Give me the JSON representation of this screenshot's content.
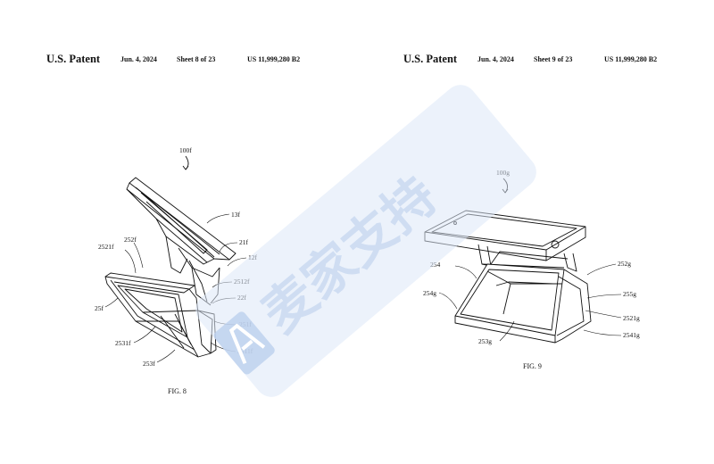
{
  "left_sheet": {
    "patent_label": "U.S. Patent",
    "date": "Jun. 4, 2024",
    "sheet": "Sheet 8 of 23",
    "number": "US 11,999,280 B2",
    "figure_caption": "FIG. 8",
    "labels": {
      "ref_100f": "100f",
      "ref_13f": "13f",
      "ref_21f": "21f",
      "ref_12f": "12f",
      "ref_2512f": "2512f",
      "ref_22f": "22f",
      "ref_2521f": "2521f",
      "ref_252f": "252f",
      "ref_25f": "25f",
      "ref_251f": "251f",
      "ref_2531f": "2531f",
      "ref_2511f": "2511f",
      "ref_253f": "253f"
    }
  },
  "right_sheet": {
    "patent_label": "U.S. Patent",
    "date": "Jun. 4, 2024",
    "sheet": "Sheet 9 of 23",
    "number": "US 11,999,280 B2",
    "figure_caption": "FIG. 9",
    "labels": {
      "ref_100g": "100g",
      "ref_254": "254",
      "ref_252g": "252g",
      "ref_254g": "254g",
      "ref_255g": "255g",
      "ref_2521g": "2521g",
      "ref_253g": "253g",
      "ref_2541g": "2541g"
    }
  },
  "watermark": {
    "text": "麦家支持",
    "color": "#c6d7f0"
  }
}
